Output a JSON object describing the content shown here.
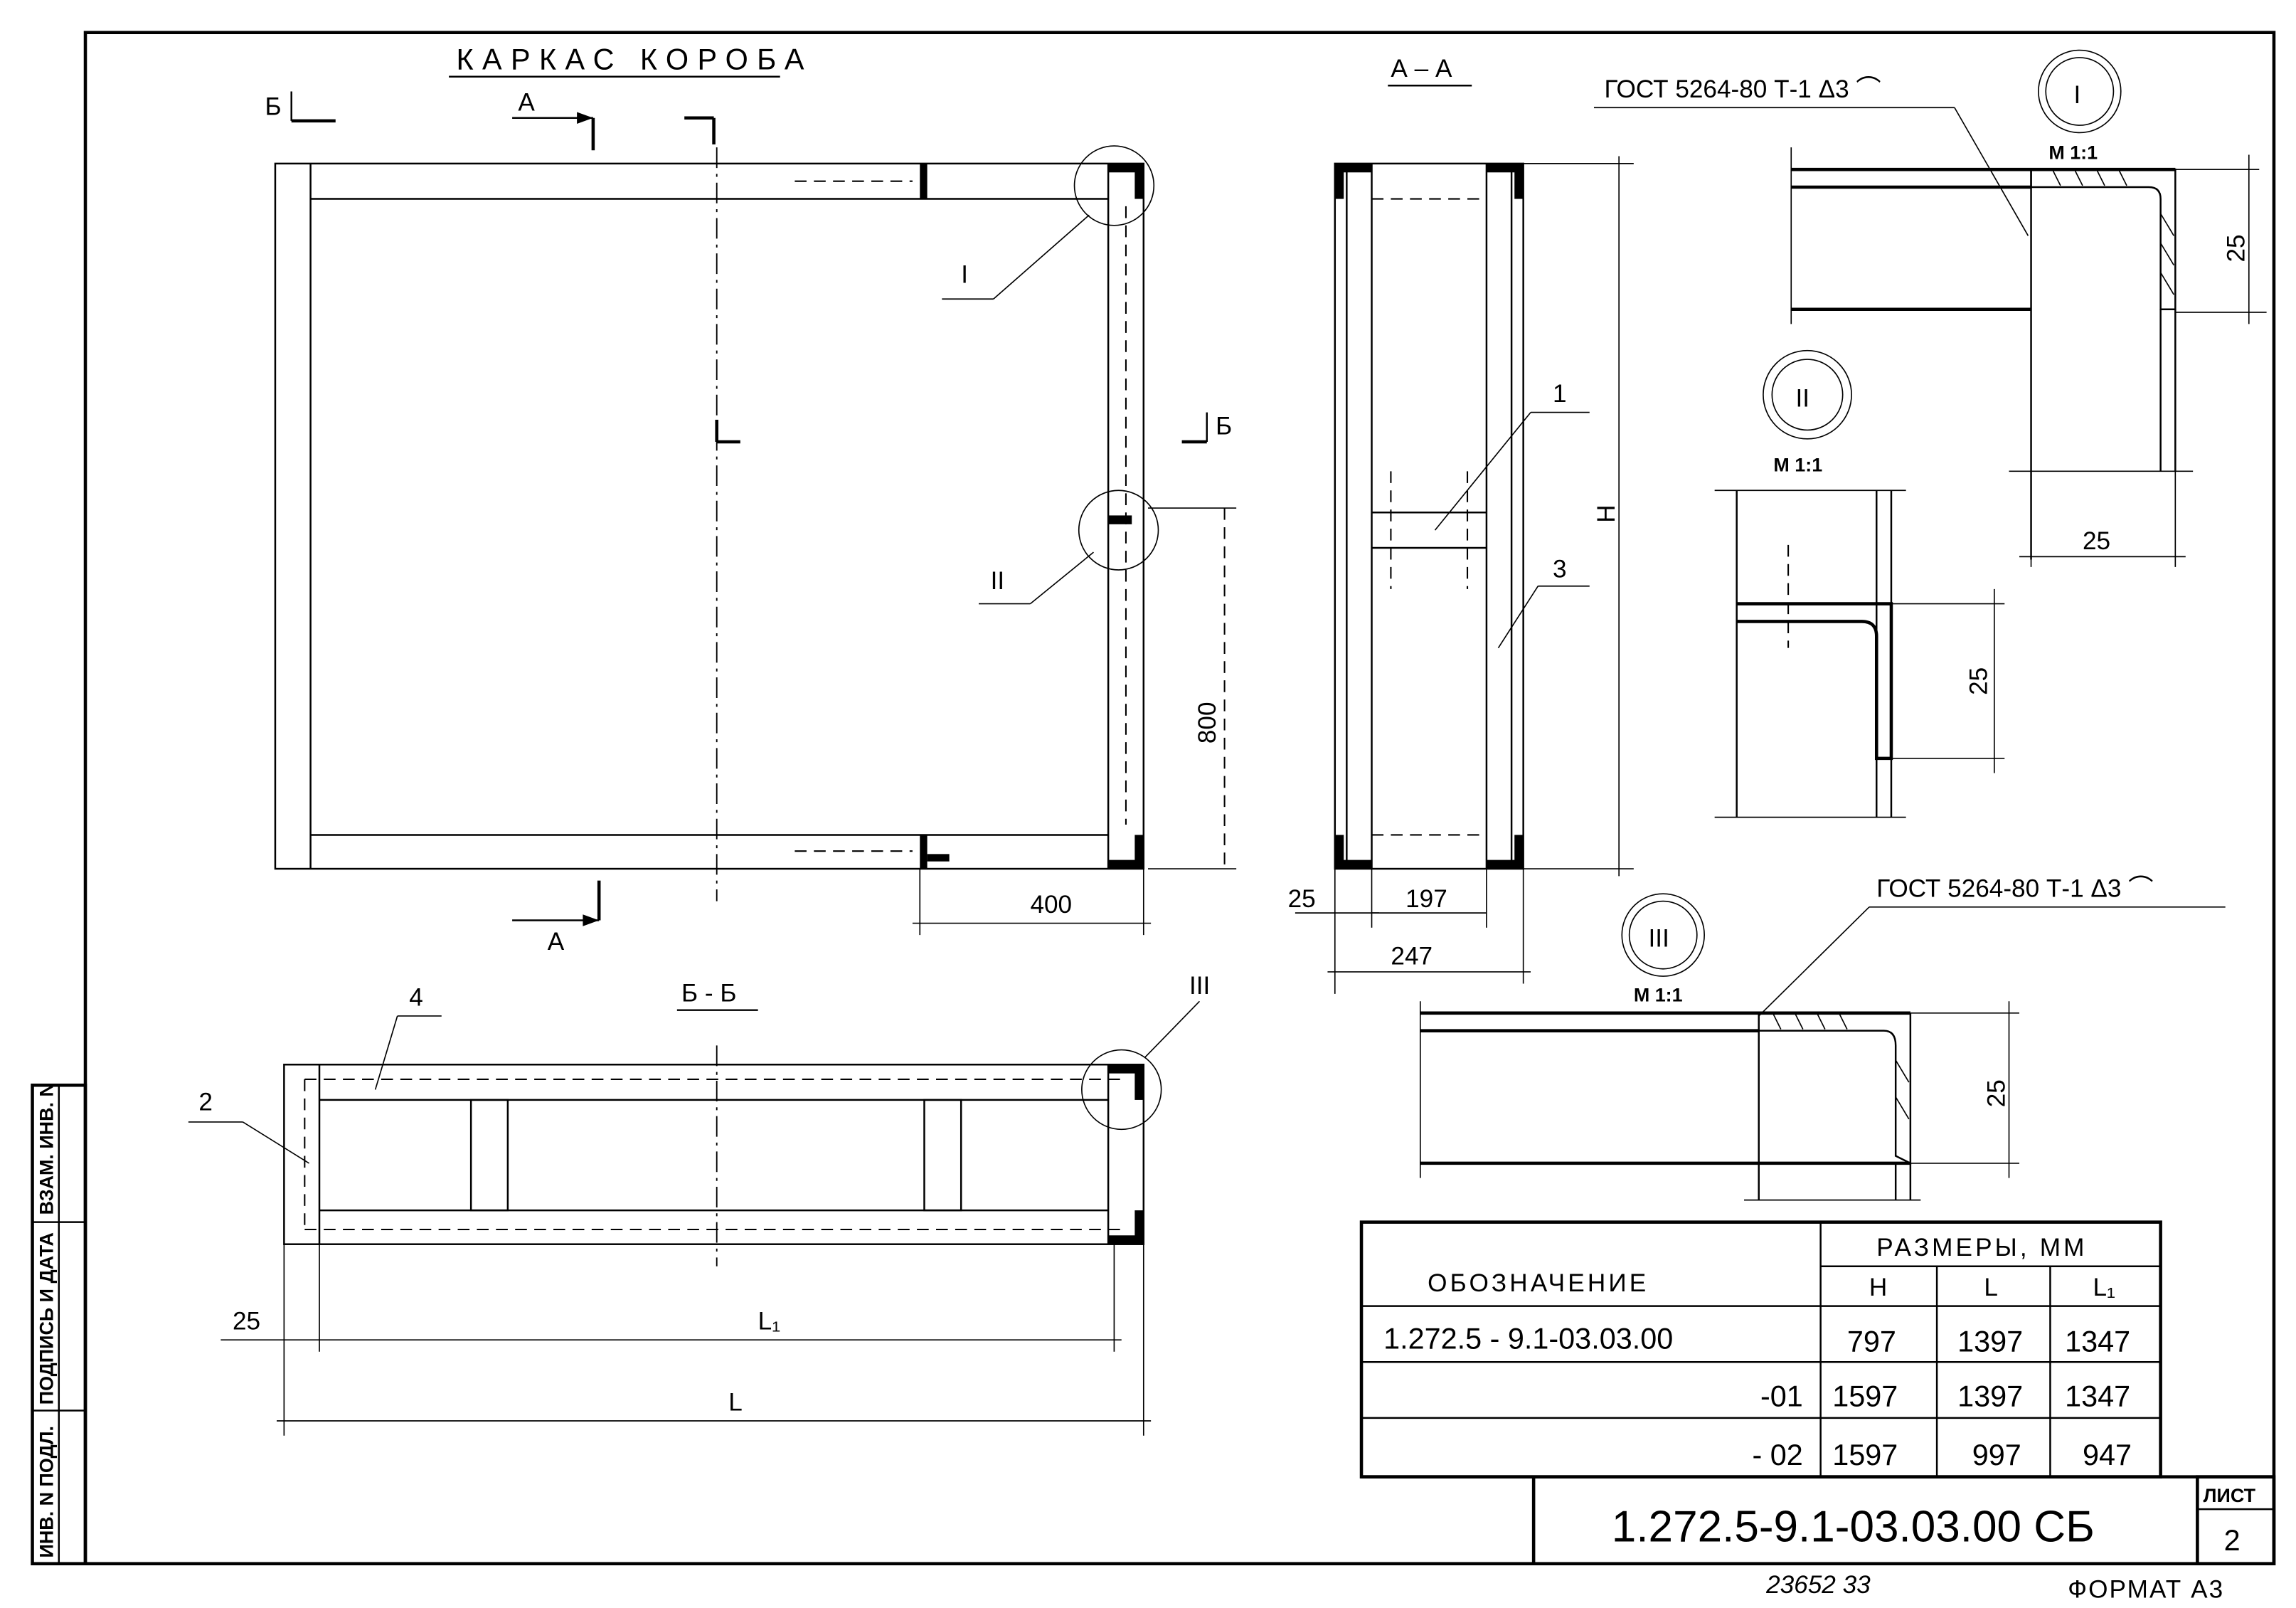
{
  "main_view": {
    "title": "КАРКАС КОРОБА",
    "section_a_top": "А",
    "section_a_bottom": "А",
    "section_b_left": "Б",
    "section_b_right": "Б",
    "callout_1": "I",
    "callout_2": "II",
    "dim_800": "800",
    "dim_400": "400"
  },
  "section_aa": {
    "title": "А – А",
    "part_1": "1",
    "part_3": "3",
    "dim_h": "H",
    "dim_25": "25",
    "dim_197": "197",
    "dim_247": "247"
  },
  "section_bb": {
    "title": "Б - Б",
    "part_2": "2",
    "part_4": "4",
    "callout_3": "III",
    "dim_25": "25",
    "dim_l1": "L₁",
    "dim_l": "L"
  },
  "detail_1": {
    "label": "I",
    "scale": "М 1:1",
    "weld": "ГОСТ 5264-80 Т-1  Δ3 ⌒",
    "dim_v": "25",
    "dim_h": "25"
  },
  "detail_2": {
    "label": "II",
    "scale": "М 1:1",
    "dim_v": "25"
  },
  "detail_3": {
    "label": "III",
    "scale": "М 1:1",
    "weld": "ГОСТ 5264-80 Т-1  Δ3 ⌒",
    "dim_v": "25"
  },
  "table": {
    "col_designation": "ОБОЗНАЧЕНИЕ",
    "col_sizes": "РАЗМЕРЫ, ММ",
    "sub_headers": [
      "H",
      "L",
      "L₁"
    ],
    "rows": [
      {
        "designation": "1.272.5 - 9.1-03.03.00",
        "H": "797",
        "L": "1397",
        "L1": "1347"
      },
      {
        "designation": "-01",
        "H": "1597",
        "L": "1397",
        "L1": "1347"
      },
      {
        "designation": "- 02",
        "H": "1597",
        "L": "997",
        "L1": "947"
      }
    ]
  },
  "title_block": {
    "document_number": "1.272.5-9.1-03.03.00 СБ",
    "sheet_label": "ЛИСТ",
    "sheet_number": "2",
    "archive_number": "23652  33",
    "format": "ФОРМАТ А3"
  },
  "side_stamp": {
    "field_1": "ИНВ. N ПОДЛ.",
    "field_2": "ПОДПИСЬ И ДАТА",
    "field_3": "ВЗАМ. ИНВ. N"
  }
}
